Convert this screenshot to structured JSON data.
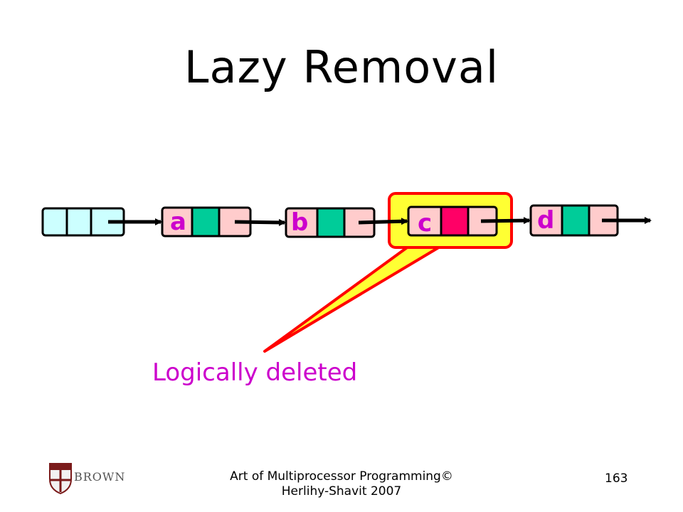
{
  "slide": {
    "title": "Lazy Removal",
    "callout_label": "Logically deleted",
    "footer": "Art of Multiprocessor Programming© Herlihy-Shavit 2007",
    "page_number": "163",
    "logo_text": "BROWN"
  },
  "list_nodes": [
    {
      "id": "head",
      "letter": ""
    },
    {
      "id": "a",
      "letter": "a"
    },
    {
      "id": "b",
      "letter": "b"
    },
    {
      "id": "c",
      "letter": "c"
    },
    {
      "id": "d",
      "letter": "d"
    }
  ],
  "colors": {
    "sentinel_fill": "#ccffff",
    "node_fill": "#ffcccc",
    "mark_clear": "#00cc99",
    "mark_set": "#ff0066",
    "letter": "#cc00cc",
    "highlight_fill": "#ffff33",
    "highlight_border": "#ff0000",
    "callout_text": "#cc00cc"
  }
}
